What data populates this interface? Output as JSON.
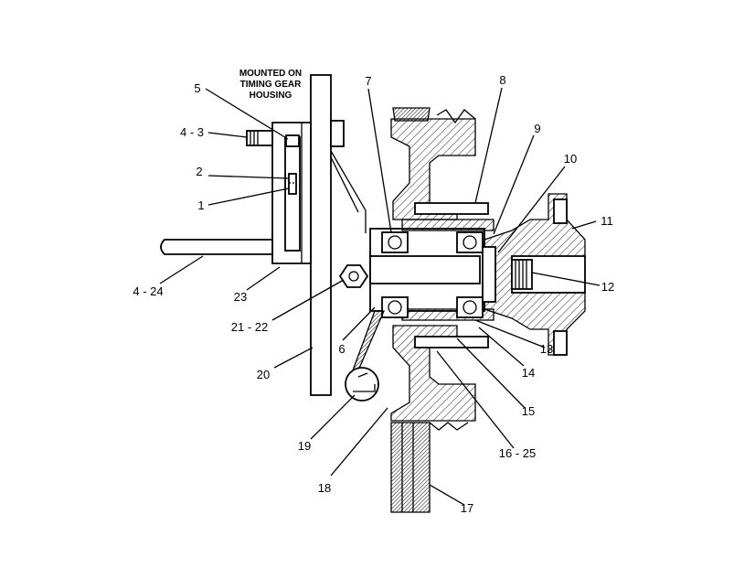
{
  "caption": [
    "MOUNTED ON",
    "TIMING GEAR",
    "HOUSING"
  ],
  "callouts": [
    {
      "id": "c5",
      "text": "5"
    },
    {
      "id": "c4-3",
      "text": "4 - 3"
    },
    {
      "id": "c2",
      "text": "2"
    },
    {
      "id": "c1",
      "text": "1"
    },
    {
      "id": "c4-24",
      "text": "4 - 24"
    },
    {
      "id": "c23",
      "text": "23"
    },
    {
      "id": "c21-22",
      "text": "21 - 22"
    },
    {
      "id": "c20",
      "text": "20"
    },
    {
      "id": "c19",
      "text": "19"
    },
    {
      "id": "c18",
      "text": "18"
    },
    {
      "id": "c7",
      "text": "7"
    },
    {
      "id": "c8",
      "text": "8"
    },
    {
      "id": "c9",
      "text": "9"
    },
    {
      "id": "c10",
      "text": "10"
    },
    {
      "id": "c11",
      "text": "11"
    },
    {
      "id": "c12",
      "text": "12"
    },
    {
      "id": "c13",
      "text": "13"
    },
    {
      "id": "c14",
      "text": "14"
    },
    {
      "id": "c15",
      "text": "15"
    },
    {
      "id": "c16-25",
      "text": "16 - 25"
    },
    {
      "id": "c6",
      "text": "6"
    },
    {
      "id": "c17",
      "text": "17"
    }
  ]
}
